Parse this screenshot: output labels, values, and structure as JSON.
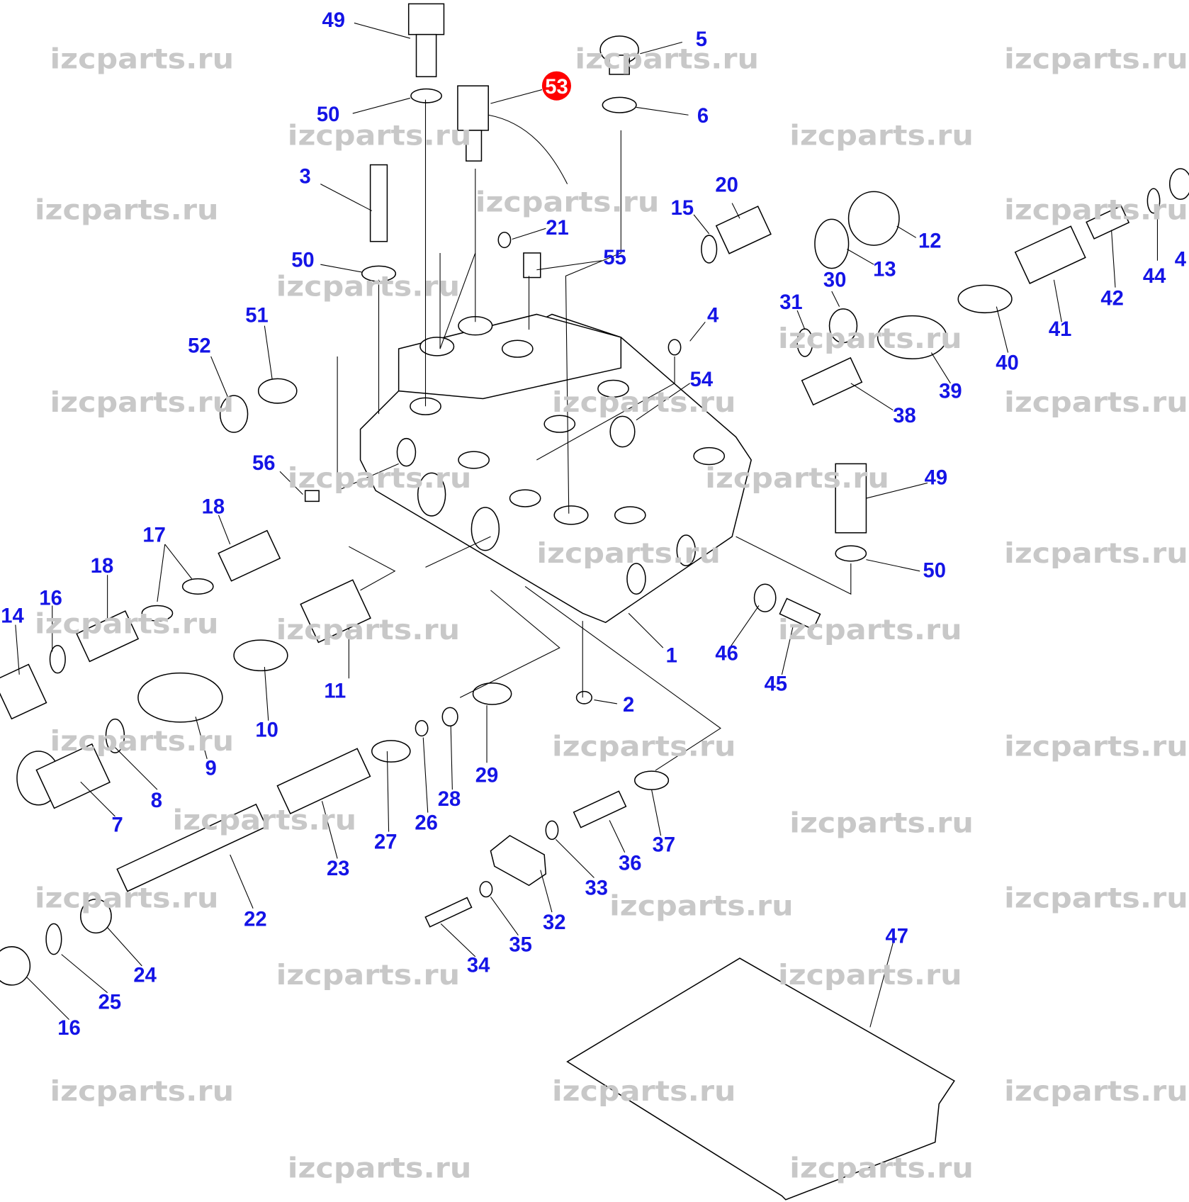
{
  "watermark": "izcparts.ru",
  "highlight_color": "#ff0000",
  "label_color": "#1414e6",
  "highlighted_part": "53",
  "part_labels": [
    "49",
    "5",
    "50",
    "6",
    "3",
    "20",
    "15",
    "21",
    "12",
    "50",
    "55",
    "13",
    "30",
    "31",
    "4",
    "51",
    "52",
    "44",
    "42",
    "41",
    "40",
    "39",
    "54",
    "38",
    "56",
    "49",
    "18",
    "17",
    "18",
    "50",
    "16",
    "14",
    "1",
    "46",
    "45",
    "11",
    "2",
    "10",
    "9",
    "29",
    "8",
    "28",
    "26",
    "7",
    "27",
    "37",
    "36",
    "23",
    "33",
    "22",
    "32",
    "35",
    "47",
    "34",
    "24",
    "25",
    "16",
    "4"
  ]
}
